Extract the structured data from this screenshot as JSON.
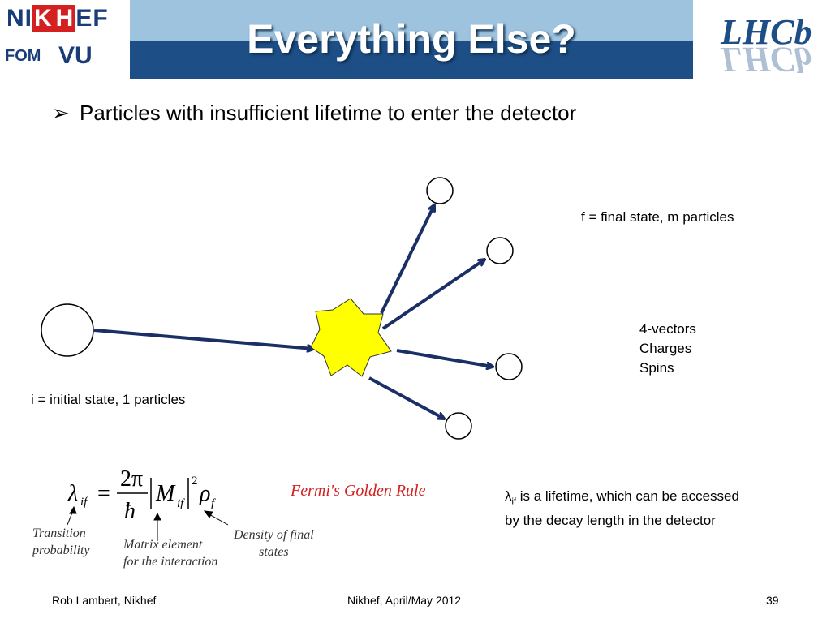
{
  "header": {
    "title": "Everything Else?",
    "logos": {
      "nikhef_left": "NI",
      "nikhef_k": "K",
      "nikhef_h": "H",
      "nikhef_right": "EF",
      "fom": "FOM",
      "vu": "VU",
      "lhcb": "LHCb"
    }
  },
  "bullet": {
    "text": "Particles with insufficient lifetime to enter the detector",
    "icon": "arrow-bullet-icon"
  },
  "diagram": {
    "initial_label": "i = initial state, 1 particles",
    "final_label": "f = final state, m particles",
    "properties": [
      "4-vectors",
      "Charges",
      "Spins"
    ],
    "colors": {
      "arrow": "#1a2f66",
      "star": "#ffff00"
    }
  },
  "formula": {
    "caption": "Fermi's Golden Rule",
    "notes": {
      "transition_1": "Transition",
      "transition_2": "probability",
      "matrix_1": "Matrix element",
      "matrix_2": "for the interaction",
      "density_1": "Density of final",
      "density_2": "states"
    }
  },
  "lifetime_note": {
    "symbol": "λ",
    "subscript": "if",
    "line1": " is a lifetime, which can be accessed",
    "line2": "by the decay length in the detector"
  },
  "footer": {
    "author": "Rob Lambert, Nikhef",
    "event": "Nikhef, April/May 2012",
    "page": "39"
  }
}
